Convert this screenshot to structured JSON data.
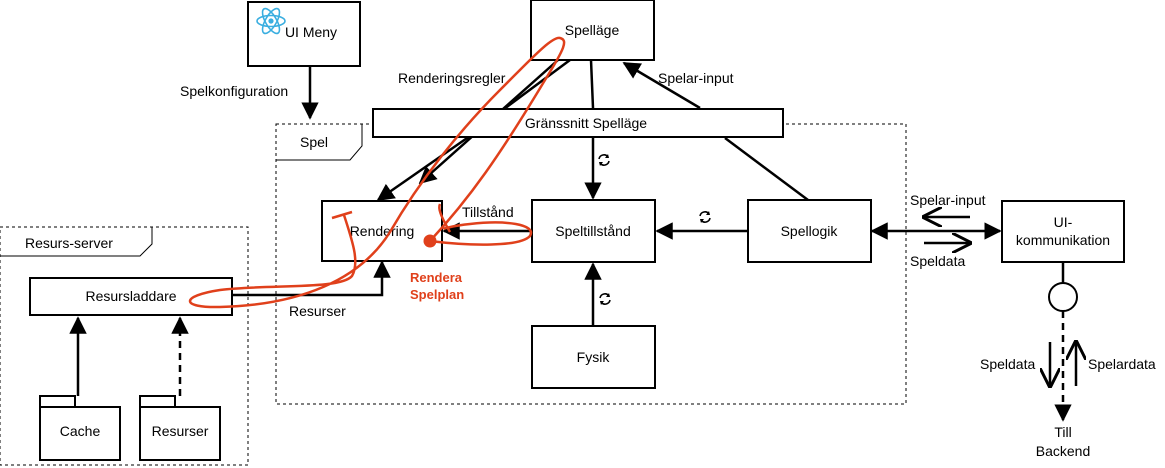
{
  "nodes": {
    "ui_meny": "UI Meny",
    "spellage": "Spelläge",
    "granssnitt": "Gränssnitt Spelläge",
    "rendering": "Rendering",
    "speltillstand": "Speltillstånd",
    "spellogik": "Spellogik",
    "fysik": "Fysik",
    "ui_kommunikation_1": "UI-",
    "ui_kommunikation_2": "kommunikation",
    "resursladdare": "Resursladdare",
    "cache": "Cache",
    "resurser": "Resurser"
  },
  "frames": {
    "spel": "Spel",
    "resurs_server": "Resurs-server"
  },
  "edges": {
    "spelkonfiguration": "Spelkonfiguration",
    "renderingsregler": "Renderingsregler",
    "spelar_input_top": "Spelar-input",
    "tillstand": "Tillstånd",
    "resurser": "Resurser",
    "spelar_input_right": "Spelar-input",
    "speldata_right": "Speldata",
    "speldata_bottom": "Speldata",
    "spelardata_bottom": "Spelardata",
    "till_backend_1": "Till",
    "till_backend_2": "Backend"
  },
  "annotation": {
    "line1": "Rendera",
    "line2": "Spelplan",
    "color": "#e0401b"
  },
  "icons": {
    "logo": "react-logo-icon",
    "cycle": "cycle-arrow-icon"
  }
}
